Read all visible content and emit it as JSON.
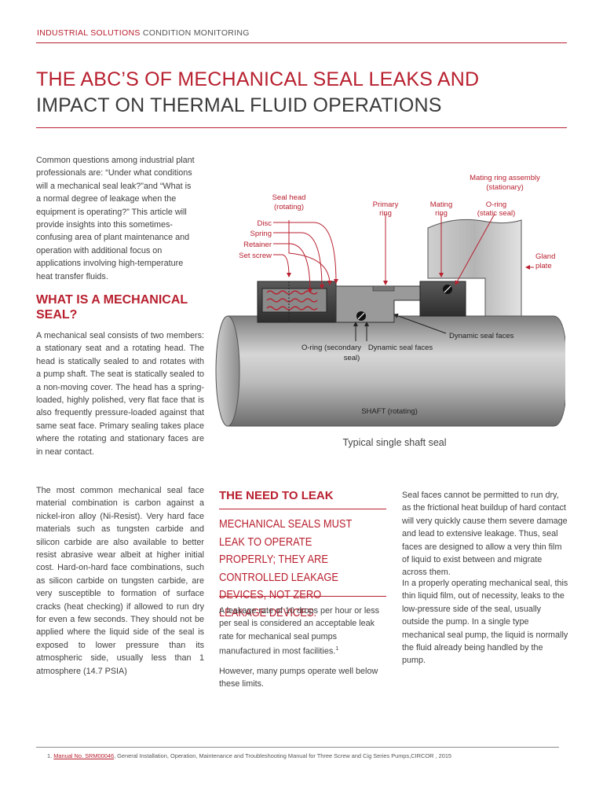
{
  "header": {
    "brand": "INDUSTRIAL SOLUTIONS",
    "section": "CONDITION MONITORING"
  },
  "title": {
    "line1": "THE ABC’S OF MECHANICAL SEAL LEAKS AND",
    "line2": "IMPACT ON THERMAL FLUID OPERATIONS"
  },
  "intro": "Common questions among industrial plant professionals are: “Under what conditions will a mechanical seal leak?”and “What is a normal degree of leakage when the equipment is operating?” This article will provide insights into this sometimes-confusing area of plant maintenance and operation with additional focus on applications involving high-temperature heat transfer fluids.",
  "what_is": {
    "heading": "WHAT IS A MECHANICAL SEAL?",
    "paragraph1": "A mechanical seal consists of two members: a stationary seat and a rotating head. The head is statically sealed to and rotates with a pump shaft. The seat is statically sealed to a non-moving cover. The head has a spring-loaded, highly polished, very flat face that is also frequently pressure-loaded against that same seat face.  Primary sealing takes place where the rotating and stationary faces are in near contact.",
    "paragraph2": "The most common mechanical seal face material combination is carbon against a nickel-iron alloy (Ni-Resist). Very hard face materials such as tungsten carbide and silicon carbide are also available to better resist abrasive wear albeit at higher initial cost. Hard-on-hard face combinations, such as silicon carbide on tungsten carbide, are very susceptible to formation of surface cracks (heat checking) if allowed to run dry for even a few seconds. They should not be applied where the liquid side of the seal is exposed to lower pressure than its atmospheric side, usually less than 1 atmosphere (14.7 PSIA)"
  },
  "diagram": {
    "caption": "Typical single shaft seal",
    "labels": {
      "seal_head": "Seal head",
      "seal_head_sub": "(rotating)",
      "disc": "Disc",
      "spring": "Spring",
      "retainer": "Retainer",
      "set_screw": "Set screw",
      "primary": "Primary",
      "primary_sub": "ring",
      "mating": "Mating",
      "mating_sub": "ring",
      "mating_assembly": "Mating ring assembly",
      "mating_assembly_sub": "(stationary)",
      "oring": "O-ring",
      "oring_sub": "(static seal)",
      "gland": "Gland",
      "gland_sub": "plate",
      "dynamic_right": "Dynamic seal faces",
      "oring_secondary": "O-ring (secondary",
      "oring_secondary_sub": "seal)",
      "dynamic_left": "Dynamic seal faces",
      "shaft": "SHAFT (rotating)"
    }
  },
  "need_to_leak": {
    "heading": "THE NEED TO LEAK",
    "pull_quote": "MECHANICAL SEALS MUST LEAK TO OPERATE PROPERLY; THEY ARE CONTROLLED LEAKAGE DEVICES, NOT ZERO LEAKAGE DEVICES.",
    "paragraph1": "A leakage rate of 10 drops per hour or less per seal is considered an acceptable leak rate for mechanical seal pumps manufactured in most facilities.",
    "footnote_ref": "1",
    "paragraph2": "However, many pumps operate well below these limits."
  },
  "column3": {
    "paragraph1": "Seal faces cannot be permitted to run dry, as the frictional heat buildup of hard contact will very quickly cause them severe damage and lead to extensive leakage. Thus, seal faces are designed to allow a very thin film of liquid to exist between and migrate across them.",
    "paragraph2": "In a properly operating mechanical seal, this thin liquid film, out of necessity, leaks to the low-pressure side of the seal, usually outside the pump. In a single type mechanical seal pump, the liquid is normally the fluid already being handled by the pump."
  },
  "footnote": {
    "number": "1.",
    "link": "Manual No. SRM00046",
    "text": ", General Installation, Operation, Maintenance and Troubleshooting Manual for Three Screw and Cig Series Pumps,CIRCOR , 2015"
  },
  "colors": {
    "accent": "#b8202f",
    "text": "#3f3f3f"
  }
}
